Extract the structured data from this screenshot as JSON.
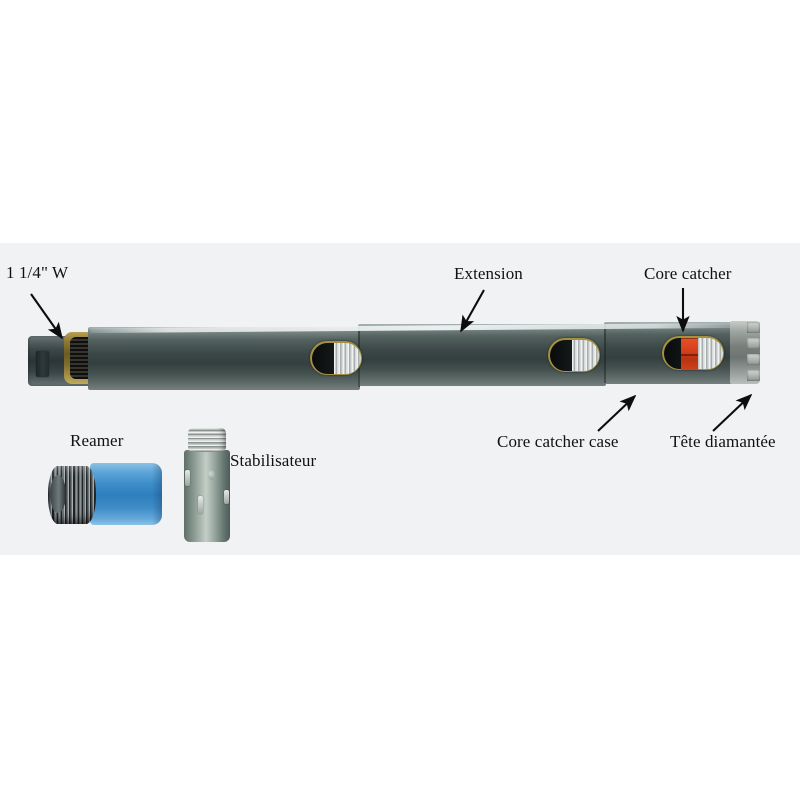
{
  "figure": {
    "title": "Core barrel assembly with labelled components",
    "background_color": "#ffffff",
    "panel_color": "#f1f2f3"
  },
  "labels": {
    "shank_thread": "1 1/4\" W",
    "extension": "Extension",
    "core_catcher": "Core catcher",
    "core_catcher_case": "Core catcher case",
    "diamond_head": "Tête diamantée",
    "reamer": "Reamer",
    "stabiliser": "Stabilisateur"
  },
  "annotations": [
    {
      "name": "shank-thread",
      "text": "1 1/4\" W",
      "arrow": "down-right"
    },
    {
      "name": "extension",
      "text": "Extension",
      "arrow": "down-left"
    },
    {
      "name": "core-catcher",
      "text": "Core catcher",
      "arrow": "down"
    },
    {
      "name": "core-catcher-case",
      "text": "Core catcher case",
      "arrow": "up-right"
    },
    {
      "name": "diamond-head",
      "text": "Tête diamantée",
      "arrow": "up-right"
    },
    {
      "name": "reamer",
      "text": "Reamer",
      "arrow": "none"
    },
    {
      "name": "stabiliser",
      "text": "Stabilisateur",
      "arrow": "none"
    }
  ],
  "colors": {
    "barrel_steel": "#3b4847",
    "brass_collar": "#a4913f",
    "core_catcher_red": "#d8401c",
    "reamer_blue": "#3d8dc9",
    "diamond_crown": "#9fa6a2",
    "arrow_stroke": "#0d0d0d",
    "text": "#111111"
  }
}
